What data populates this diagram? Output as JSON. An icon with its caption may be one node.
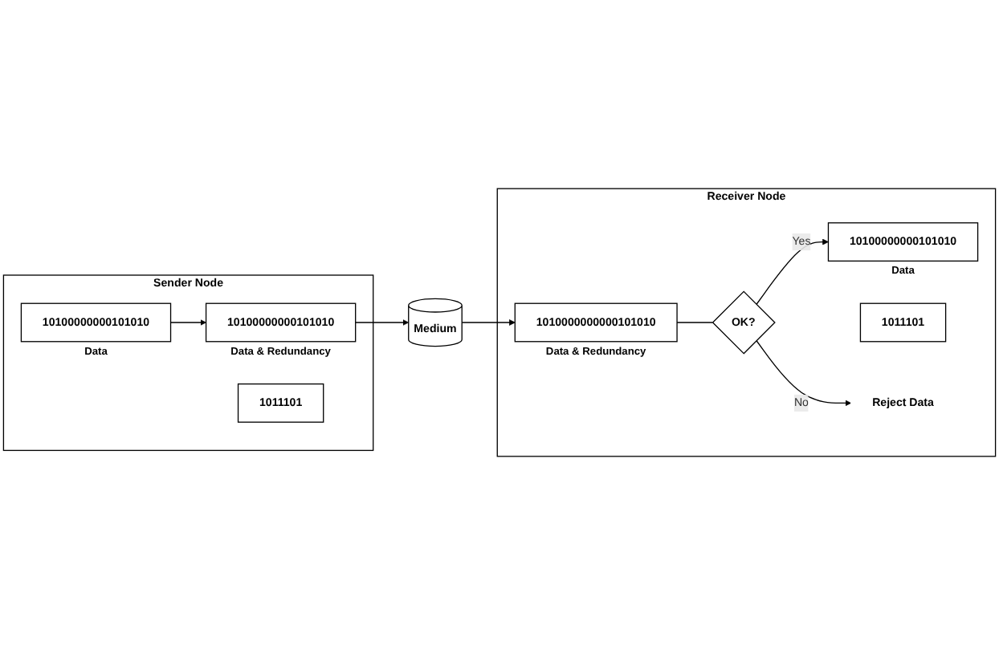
{
  "diagram": {
    "nodes": [
      {
        "text": [
          "Receiver Node"
        ]
      },
      {
        "text": [
          "10100000000101010"
        ],
        "in": 0,
        "beside": [
          "Data"
        ]
      },
      {
        "text": [
          "OK?"
        ],
        "in": 0
      },
      {
        "text": [
          "1010000000000101010"
        ],
        "in": 0,
        "beside": [
          "Data & Redundancy"
        ]
      },
      {
        "text": [
          "1011101"
        ],
        "in": 0
      },
      {
        "text": [
          "Reject Data"
        ],
        "in": 0
      },
      {
        "text": [
          "Sender Node"
        ]
      },
      {
        "text": [
          "10100000000101010"
        ],
        "in": 6,
        "beside": [
          "Data"
        ]
      },
      {
        "text": [
          "10100000000101010"
        ],
        "in": 6,
        "beside": [
          "Data & Redundancy"
        ]
      },
      {
        "text": [
          "1011101"
        ],
        "in": 6
      },
      {
        "text": [
          "Medium"
        ]
      }
    ],
    "edges": [
      {
        "from": 3,
        "to": 2,
        "arrow": "none"
      },
      {
        "from": 2,
        "to": 1,
        "arrow": "to",
        "label": "Yes"
      },
      {
        "from": 2,
        "to": 5,
        "arrow": "to",
        "label": "No"
      },
      {
        "from": 7,
        "to": 8,
        "arrow": "to"
      },
      {
        "from": 8,
        "to": 10,
        "arrow": "to"
      },
      {
        "from": 10,
        "to": 3,
        "arrow": "to"
      }
    ]
  }
}
